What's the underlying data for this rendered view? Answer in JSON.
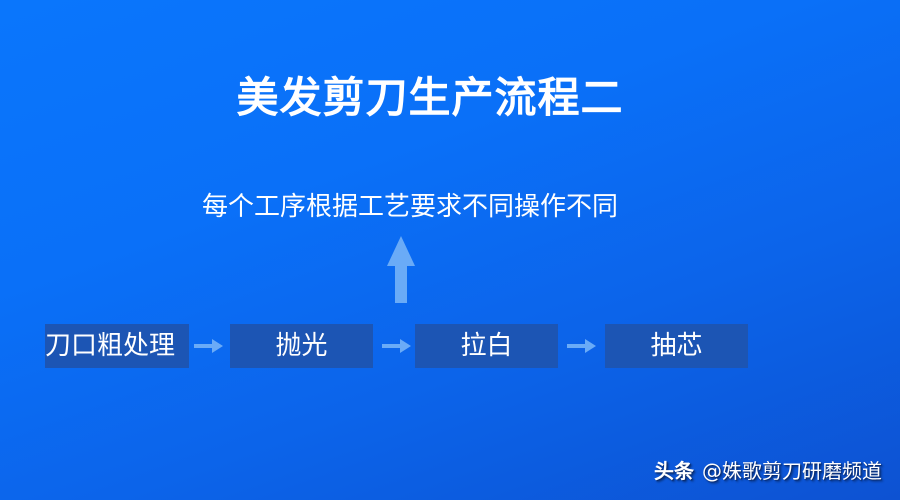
{
  "slide": {
    "title": "美发剪刀生产流程二",
    "subtitle": "每个工序根据工艺要求不同操作不同",
    "steps": [
      {
        "label": "刀口粗处理"
      },
      {
        "label": "抛光"
      },
      {
        "label": "拉白"
      },
      {
        "label": "抽芯"
      }
    ],
    "icons": {
      "up_arrow": "arrow-up-icon",
      "step_arrow": "arrow-right-icon"
    },
    "colors": {
      "background_start": "#0a76fc",
      "background_end": "#0d52d2",
      "step_box": "#1c55b4",
      "arrow": "#6aabf7",
      "text": "#ffffff"
    }
  },
  "watermark": {
    "brand": "头条",
    "account": "@姝歌剪刀研磨频道"
  }
}
